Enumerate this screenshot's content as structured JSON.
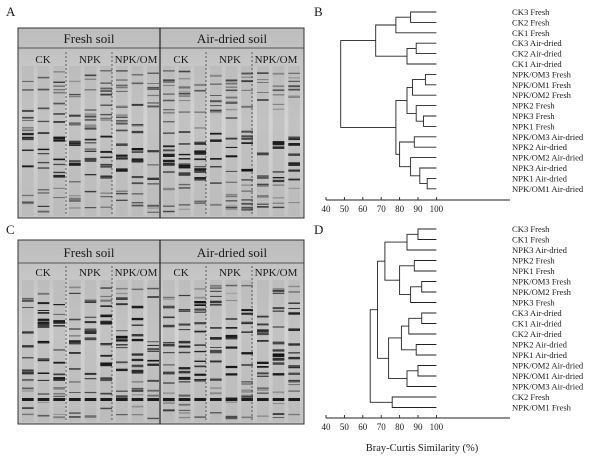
{
  "panels": {
    "A": {
      "letter": "A",
      "soil_headers": [
        "Fresh soil",
        "Air-dried soil"
      ],
      "lane_groups": [
        "CK",
        "NPK",
        "NPK/OM",
        "CK",
        "NPK",
        "NPK/OM"
      ]
    },
    "B": {
      "letter": "B",
      "leaves": [
        "CK3 Fresh",
        "CK2 Fresh",
        "CK1 Fresh",
        "CK3 Air-dried",
        "CK2 Air-dried",
        "CK1 Air-dried",
        "NPK/OM3 Fresh",
        "NPK/OM1 Fresh",
        "NPK/OM2 Fresh",
        "NPK2 Fresh",
        "NPK3 Fresh",
        "NPK1 Fresh",
        "NPK/OM3 Air-dried",
        "NPK2 Air-dried",
        "NPK/OM2 Air-dried",
        "NPK3 Air-dried",
        "NPK1 Air-dried",
        "NPK/OM1 Air-dried"
      ],
      "axis_ticks": [
        "40",
        "50",
        "60",
        "70",
        "80",
        "90",
        "100"
      ]
    },
    "C": {
      "letter": "C",
      "soil_headers": [
        "Fresh soil",
        "Air-dried soil"
      ],
      "lane_groups": [
        "CK",
        "NPK",
        "NPK/OM",
        "CK",
        "NPK",
        "NPK/OM"
      ]
    },
    "D": {
      "letter": "D",
      "leaves": [
        "CK3 Fresh",
        "CK1 Fresh",
        "NPK3 Air-dried",
        "NPK2 Fresh",
        "NPK1 Fresh",
        "NPK/OM3 Fresh",
        "NPK/OM2 Fresh",
        "NPK3 Fresh",
        "CK3 Air-dried",
        "CK1 Air-dried",
        "CK2 Air-dried",
        "NPK2 Air-dried",
        "NPK1 Air-dried",
        "NPK/OM2 Air-dried",
        "NPK/OM1 Air-dried",
        "NPK/OM3 Air-dried",
        "CK2 Fresh",
        "NPK/OM1 Fresh"
      ],
      "axis_ticks": [
        "40",
        "50",
        "60",
        "70",
        "80",
        "90",
        "100"
      ]
    }
  },
  "shared_xlabel": "Bray-Curtis Similarity (%)"
}
